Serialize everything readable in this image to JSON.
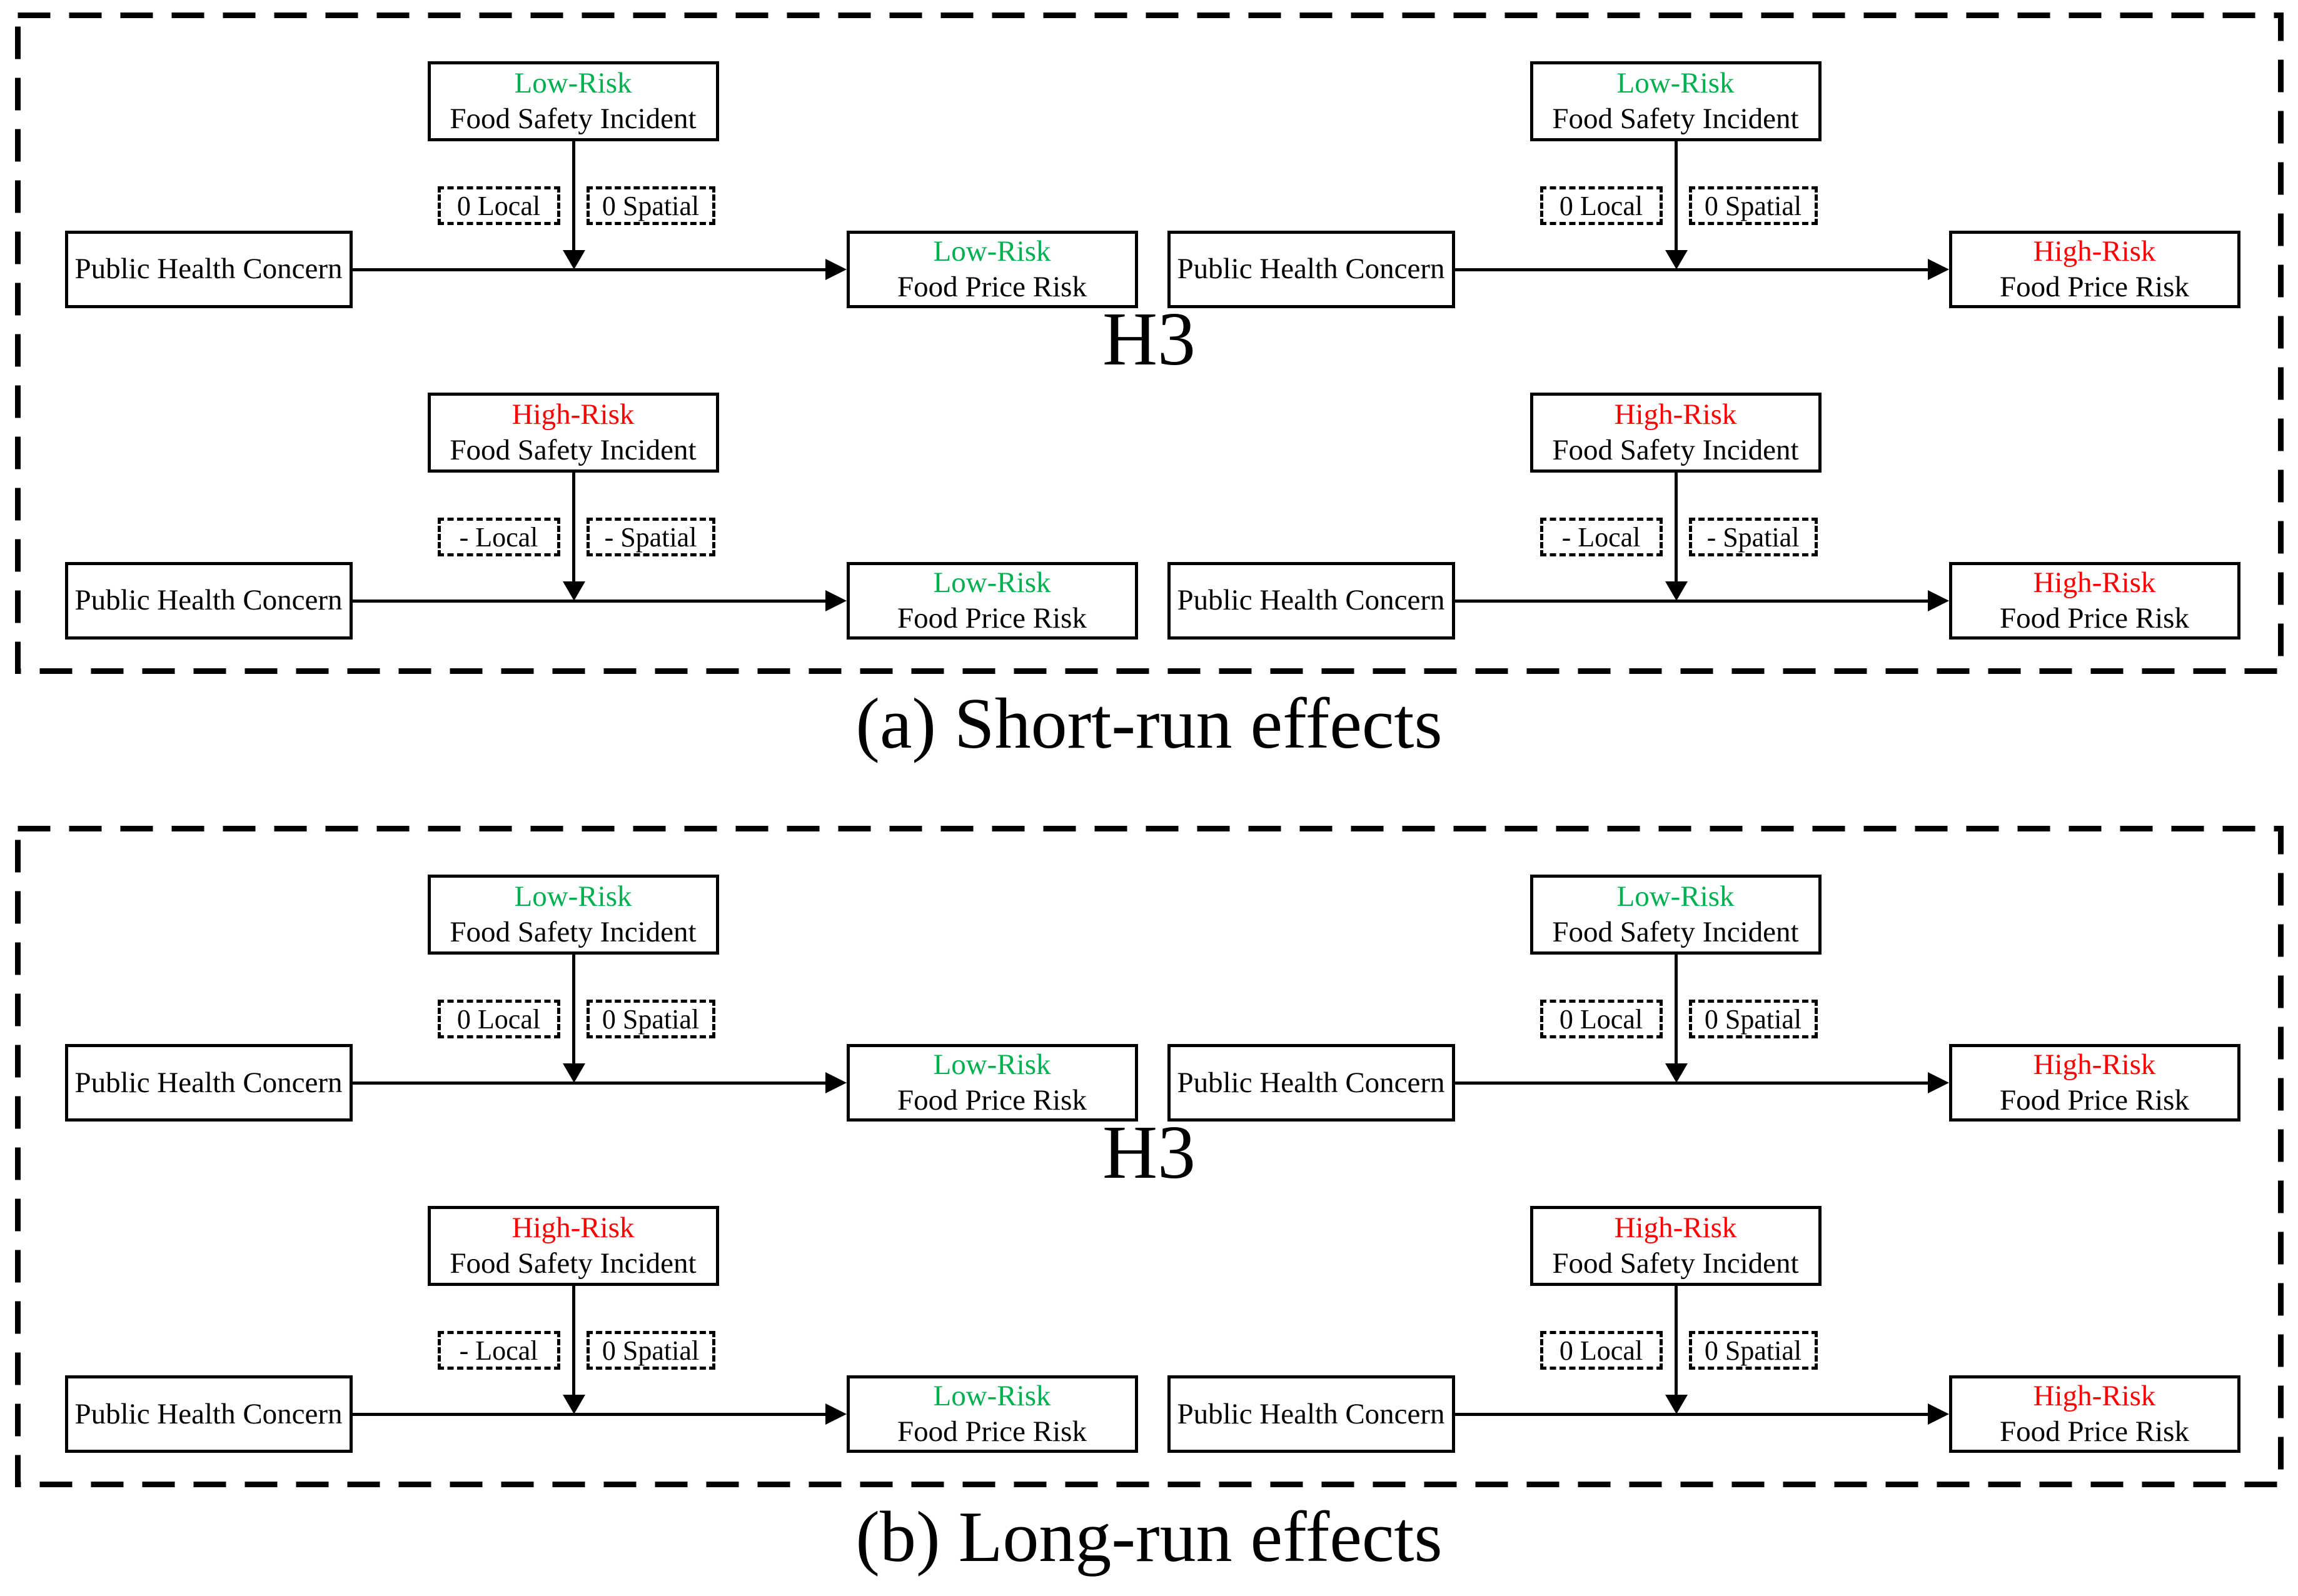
{
  "figure": {
    "colors": {
      "low_risk": "#00B050",
      "high_risk": "#FF0000",
      "ink": "#000000"
    },
    "panels": [
      {
        "caption": "(a) Short-run effects",
        "center_label": "H3",
        "quadrants": [
          {
            "incident_risk": "Low-Risk",
            "incident_level": "low",
            "incident_name": "Food Safety Incident",
            "local": "0 Local",
            "spatial": "0 Spatial",
            "source": "Public Health Concern",
            "outcome_risk": "Low-Risk",
            "outcome_level": "low",
            "outcome_name": "Food Price Risk"
          },
          {
            "incident_risk": "Low-Risk",
            "incident_level": "low",
            "incident_name": "Food Safety Incident",
            "local": "0 Local",
            "spatial": "0 Spatial",
            "source": "Public Health Concern",
            "outcome_risk": "High-Risk",
            "outcome_level": "high",
            "outcome_name": "Food Price Risk"
          },
          {
            "incident_risk": "High-Risk",
            "incident_level": "high",
            "incident_name": "Food Safety Incident",
            "local": "- Local",
            "spatial": "- Spatial",
            "source": "Public Health Concern",
            "outcome_risk": "Low-Risk",
            "outcome_level": "low",
            "outcome_name": "Food Price Risk"
          },
          {
            "incident_risk": "High-Risk",
            "incident_level": "high",
            "incident_name": "Food Safety Incident",
            "local": "- Local",
            "spatial": "- Spatial",
            "source": "Public Health Concern",
            "outcome_risk": "High-Risk",
            "outcome_level": "high",
            "outcome_name": "Food Price Risk"
          }
        ]
      },
      {
        "caption": "(b) Long-run effects",
        "center_label": "H3",
        "quadrants": [
          {
            "incident_risk": "Low-Risk",
            "incident_level": "low",
            "incident_name": "Food Safety Incident",
            "local": "0 Local",
            "spatial": "0 Spatial",
            "source": "Public Health Concern",
            "outcome_risk": "Low-Risk",
            "outcome_level": "low",
            "outcome_name": "Food Price Risk"
          },
          {
            "incident_risk": "Low-Risk",
            "incident_level": "low",
            "incident_name": "Food Safety Incident",
            "local": "0 Local",
            "spatial": "0 Spatial",
            "source": "Public Health Concern",
            "outcome_risk": "High-Risk",
            "outcome_level": "high",
            "outcome_name": "Food Price Risk"
          },
          {
            "incident_risk": "High-Risk",
            "incident_level": "high",
            "incident_name": "Food Safety Incident",
            "local": "- Local",
            "spatial": "0 Spatial",
            "source": "Public Health Concern",
            "outcome_risk": "Low-Risk",
            "outcome_level": "low",
            "outcome_name": "Food Price Risk"
          },
          {
            "incident_risk": "High-Risk",
            "incident_level": "high",
            "incident_name": "Food Safety Incident",
            "local": "0 Local",
            "spatial": "0 Spatial",
            "source": "Public Health Concern",
            "outcome_risk": "High-Risk",
            "outcome_level": "high",
            "outcome_name": "Food Price Risk"
          }
        ]
      }
    ]
  }
}
